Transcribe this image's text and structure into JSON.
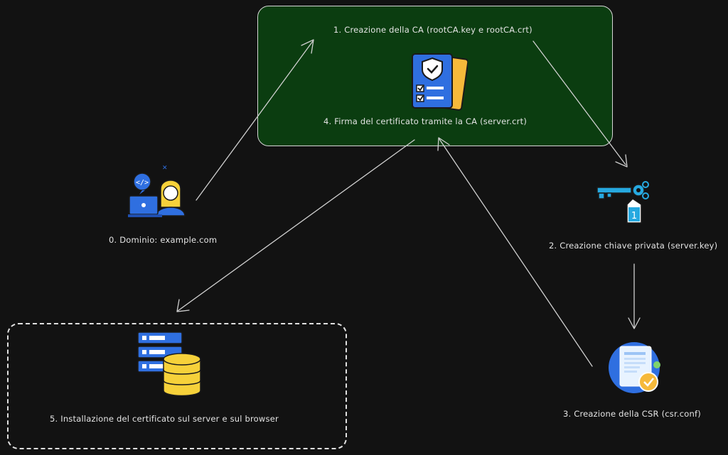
{
  "nodes": {
    "ca_create": {
      "label": "1. Creazione della CA (rootCA.key e rootCA.crt)",
      "icon": "certificate-checklist-icon"
    },
    "ca_sign": {
      "label": "4. Firma del certificato tramite la CA (server.crt)"
    },
    "domain": {
      "label": "0. Dominio: example.com",
      "icon": "developer-laptop-icon"
    },
    "private_key": {
      "label": "2. Creazione chiave privata (server.key)",
      "icon": "key-tag-icon"
    },
    "csr": {
      "label": "3. Creazione della CSR (csr.conf)",
      "icon": "document-badge-icon"
    },
    "install": {
      "label": "5. Installazione del certificato sul server e sul browser",
      "icon": "server-database-icon"
    }
  },
  "colors": {
    "background": "#121212",
    "ca_box_fill": "#0b3d10",
    "icon_blue": "#2f6fe0",
    "icon_yellow": "#f6d13a",
    "icon_cyan": "#26a9e0"
  }
}
